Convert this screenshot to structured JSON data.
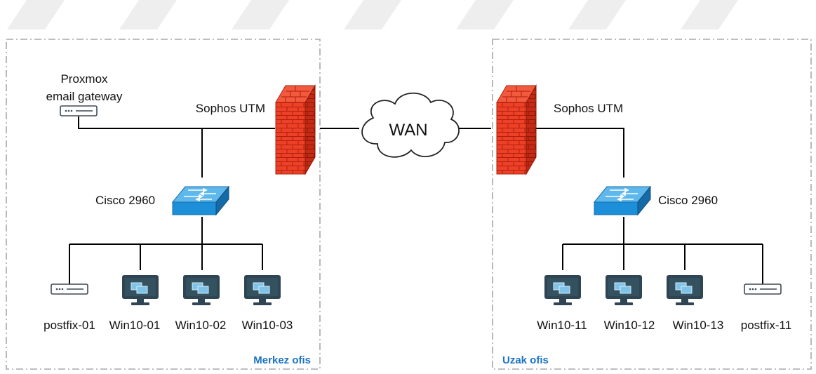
{
  "wan_label": "WAN",
  "left": {
    "office_label": "Merkez ofis",
    "gateway_label_1": "Proxmox",
    "gateway_label_2": "email gateway",
    "firewall_label": "Sophos UTM",
    "switch_label": "Cisco 2960",
    "hosts": [
      {
        "label": "postfix-01",
        "icon": "server"
      },
      {
        "label": "Win10-01",
        "icon": "monitor"
      },
      {
        "label": "Win10-02",
        "icon": "monitor"
      },
      {
        "label": "Win10-03",
        "icon": "monitor"
      }
    ]
  },
  "right": {
    "office_label": "Uzak ofis",
    "firewall_label": "Sophos UTM",
    "switch_label": "Cisco 2960",
    "hosts": [
      {
        "label": "Win10-11",
        "icon": "monitor"
      },
      {
        "label": "Win10-12",
        "icon": "monitor"
      },
      {
        "label": "Win10-13",
        "icon": "monitor"
      },
      {
        "label": "postfix-11",
        "icon": "server"
      }
    ]
  },
  "colors": {
    "office_label": "#1a73c6",
    "firewall": "#e83a22",
    "switch": "#1d8fd8",
    "monitor": "#2f4554",
    "zone_border": "#a8a8a8"
  }
}
